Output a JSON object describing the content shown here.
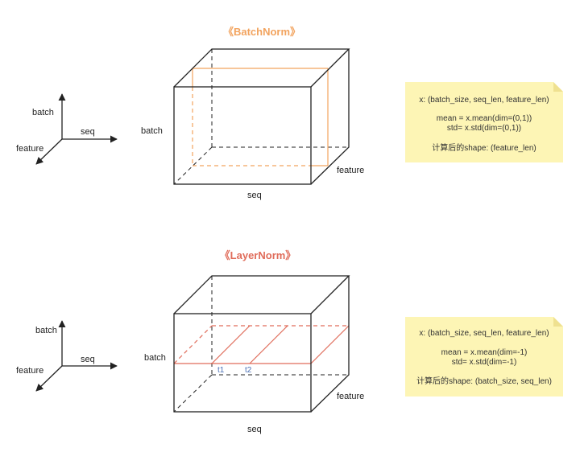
{
  "colors": {
    "batchnorm": "#f2a35e",
    "layernorm": "#e06c5a",
    "note_bg": "#fdf5b5",
    "note_fold": "#efe190",
    "stroke": "#222222",
    "token": "#4a6fb5"
  },
  "batchnorm": {
    "title": "《BatchNorm》",
    "axes": {
      "batch": "batch",
      "seq": "seq",
      "feature": "feature"
    },
    "cube": {
      "batch": "batch",
      "seq": "seq",
      "feature": "feature"
    },
    "note": {
      "line1": "x: (batch_size, seq_len, feature_len)",
      "line2": "mean = x.mean(dim=(0,1))",
      "line3": "std= x.std(dim=(0,1))",
      "line4": "计算后的shape: (feature_len)"
    }
  },
  "layernorm": {
    "title": "《LayerNorm》",
    "axes": {
      "batch": "batch",
      "seq": "seq",
      "feature": "feature"
    },
    "cube": {
      "batch": "batch",
      "seq": "seq",
      "feature": "feature",
      "t1": "t1",
      "t2": "t2"
    },
    "note": {
      "line1": "x: (batch_size, seq_len, feature_len)",
      "line2": "mean = x.mean(dim=-1)",
      "line3": "std= x.std(dim=-1)",
      "line4": "计算后的shape: (batch_size, seq_len)"
    }
  }
}
